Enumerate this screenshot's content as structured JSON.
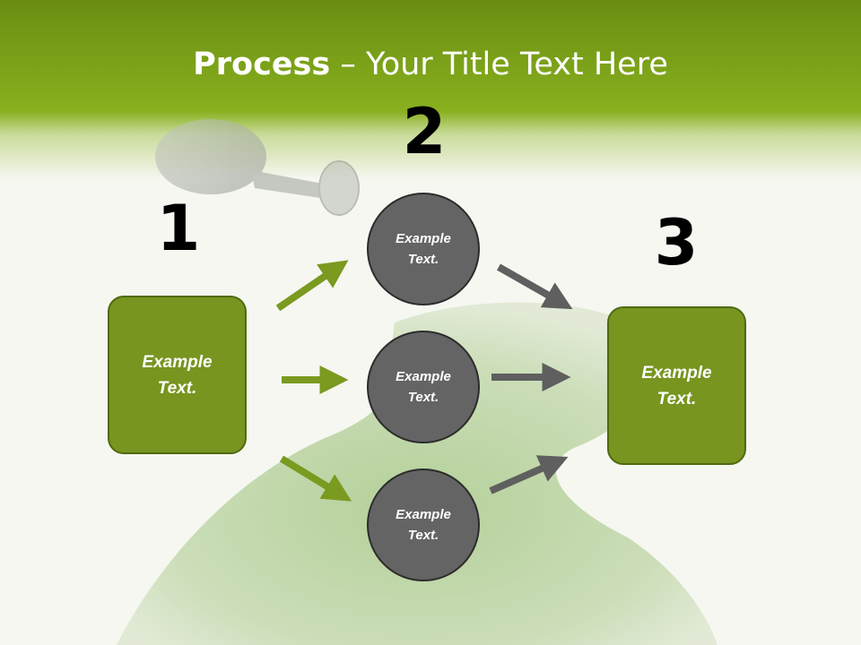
{
  "title": {
    "bold": "Process",
    "rest": " – Your Title Text Here"
  },
  "steps": {
    "one": "1",
    "two": "2",
    "three": "3"
  },
  "boxes": {
    "left": "Example Text.",
    "right": "Example Text."
  },
  "circles": {
    "top": "Example Text.",
    "middle": "Example Text.",
    "bottom": "Example Text."
  },
  "colors": {
    "header": "#7ea21c",
    "box": "#77951f",
    "circle": "#646464",
    "green_arrow": "#7a9a20",
    "gray_arrow": "#5f5f5f"
  }
}
